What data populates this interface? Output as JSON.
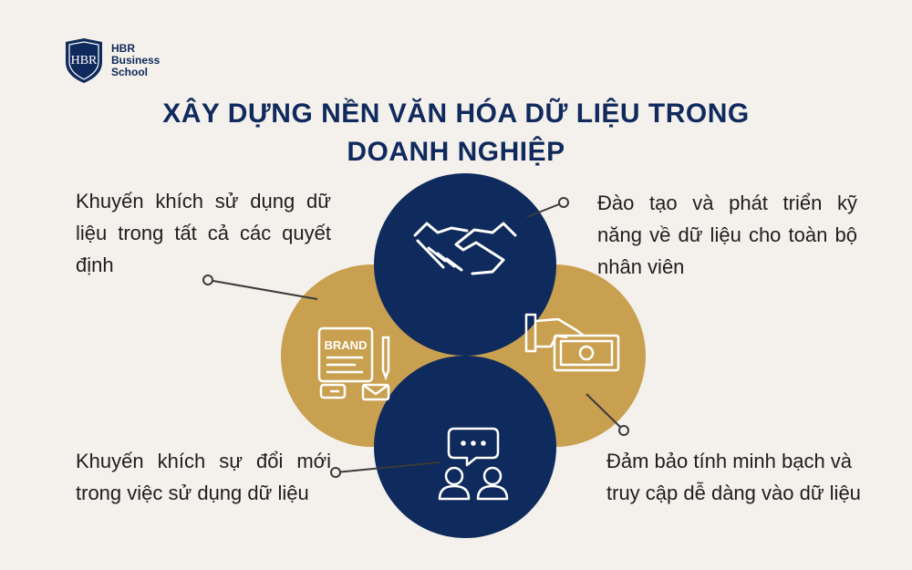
{
  "logo": {
    "line1": "HBR",
    "line2": "Business",
    "line3": "School",
    "emblem": "HBR"
  },
  "title": {
    "line1": "XÂY DỰNG NỀN VĂN HÓA DỮ LIỆU TRONG",
    "line2": "DOANH NGHIỆP"
  },
  "items": [
    {
      "text": "Khuyến khích sử dụng dữ liệu trong tất cả các quyết định",
      "icon": "brand-document-icon"
    },
    {
      "text": "Đào tạo và phát triển kỹ năng về dữ liệu cho toàn bộ nhân viên",
      "icon": "handshake-icon"
    },
    {
      "text": "Đảm bảo tính minh bạch và truy cập dễ dàng vào dữ liệu",
      "icon": "hand-money-icon"
    },
    {
      "text": "Khuyến khích sự đổi mới trong việc sử dụng dữ liệu",
      "icon": "people-chat-icon"
    }
  ],
  "brand_label": "BRAND",
  "colors": {
    "navy": "#0f2a5c",
    "gold": "#c9a050",
    "background": "#f4f1ec",
    "text": "#1e1e1e"
  }
}
